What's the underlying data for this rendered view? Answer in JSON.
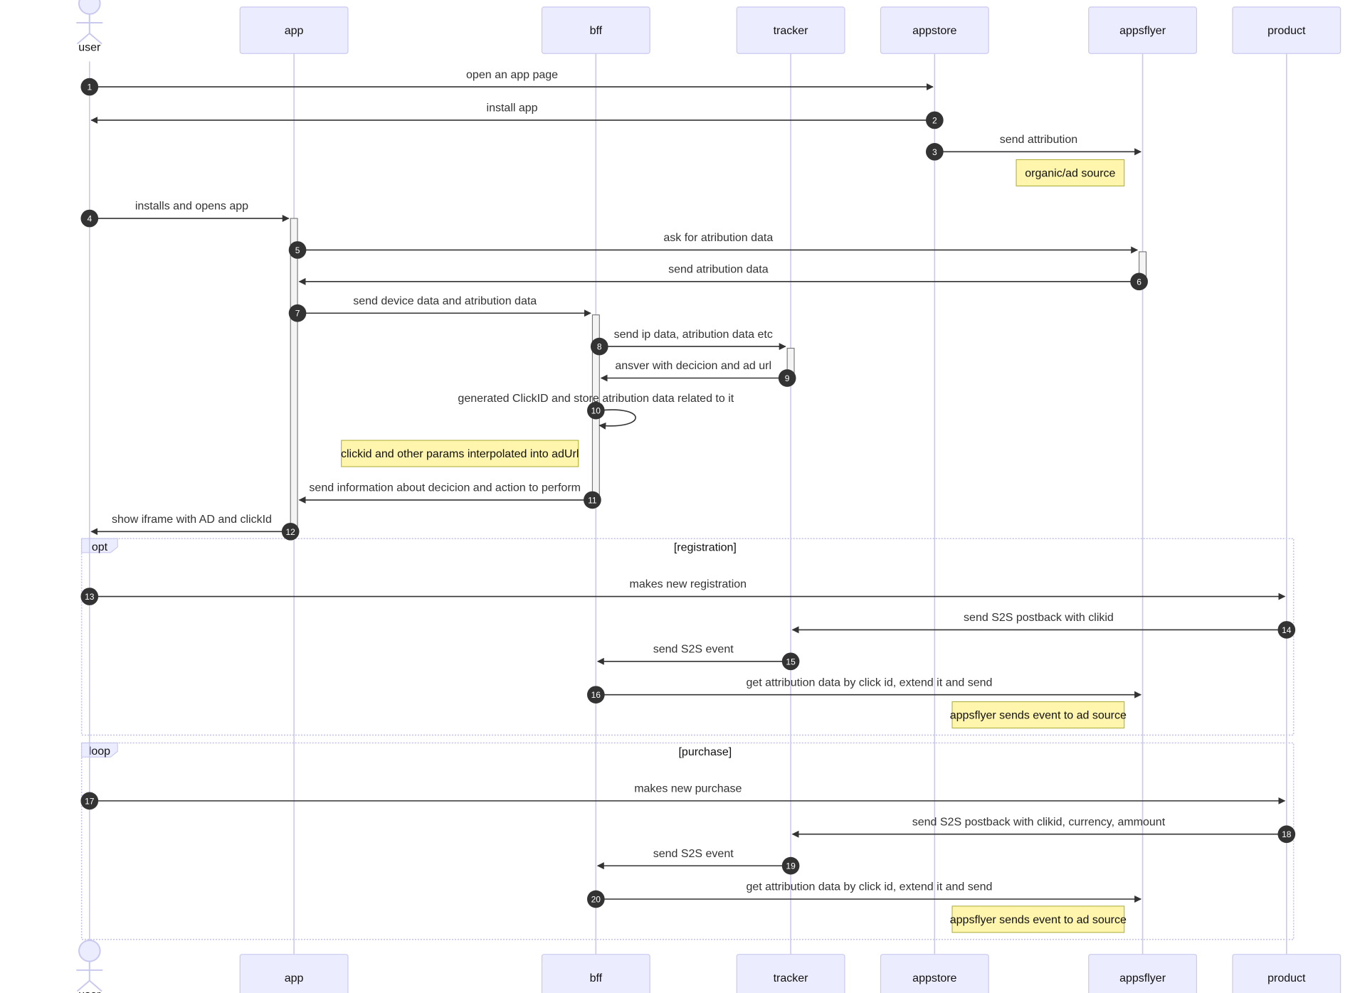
{
  "participants": [
    {
      "id": "user",
      "label": "user",
      "kind": "actor"
    },
    {
      "id": "app",
      "label": "app",
      "kind": "box"
    },
    {
      "id": "bff",
      "label": "bff",
      "kind": "box"
    },
    {
      "id": "tracker",
      "label": "tracker",
      "kind": "box"
    },
    {
      "id": "appstore",
      "label": "appstore",
      "kind": "box"
    },
    {
      "id": "appsflyer",
      "label": "appsflyer",
      "kind": "box"
    },
    {
      "id": "product",
      "label": "product",
      "kind": "box"
    }
  ],
  "messages": [
    {
      "seq": "1",
      "from": "user",
      "to": "appstore",
      "text": "open an app page"
    },
    {
      "seq": "2",
      "from": "appstore",
      "to": "user",
      "text": "install app"
    },
    {
      "seq": "3",
      "from": "appstore",
      "to": "appsflyer",
      "text": "send attribution"
    },
    {
      "seq": "4",
      "from": "user",
      "to": "app",
      "text": "installs and opens app"
    },
    {
      "seq": "5",
      "from": "app",
      "to": "appsflyer",
      "text": "ask for atribution data"
    },
    {
      "seq": "6",
      "from": "appsflyer",
      "to": "app",
      "text": "send atribution data"
    },
    {
      "seq": "7",
      "from": "app",
      "to": "bff",
      "text": "send device data and atribution data"
    },
    {
      "seq": "8",
      "from": "bff",
      "to": "tracker",
      "text": "send ip data, atribution data etc"
    },
    {
      "seq": "9",
      "from": "tracker",
      "to": "bff",
      "text": "ansver with decicion and ad url"
    },
    {
      "seq": "10",
      "from": "bff",
      "to": "bff",
      "text": "generated ClickID and store atribution data related to it"
    },
    {
      "seq": "11",
      "from": "bff",
      "to": "app",
      "text": "send information about decicion and action to perform"
    },
    {
      "seq": "12",
      "from": "app",
      "to": "user",
      "text": "show iframe with AD and clickId"
    },
    {
      "seq": "13",
      "from": "user",
      "to": "product",
      "text": "makes new registration"
    },
    {
      "seq": "14",
      "from": "product",
      "to": "tracker",
      "text": "send S2S postback with clikid"
    },
    {
      "seq": "15",
      "from": "tracker",
      "to": "bff",
      "text": "send S2S event"
    },
    {
      "seq": "16",
      "from": "bff",
      "to": "appsflyer",
      "text": "get attribution data by click id, extend it and send"
    },
    {
      "seq": "17",
      "from": "user",
      "to": "product",
      "text": "makes new purchase"
    },
    {
      "seq": "18",
      "from": "product",
      "to": "tracker",
      "text": "send S2S postback with clikid, currency, ammount"
    },
    {
      "seq": "19",
      "from": "tracker",
      "to": "bff",
      "text": "send S2S event"
    },
    {
      "seq": "20",
      "from": "bff",
      "to": "appsflyer",
      "text": "get attribution data by click id, extend it and send"
    }
  ],
  "notes": [
    {
      "text": "organic/ad source"
    },
    {
      "text": "clickid and other params interpolated into adUrl"
    },
    {
      "text": "appsflyer sends event to ad source"
    },
    {
      "text": "appsflyer sends event to ad source"
    }
  ],
  "frames": [
    {
      "kind": "opt",
      "condition": "[registration]"
    },
    {
      "kind": "loop",
      "condition": "[purchase]"
    }
  ],
  "colors": {
    "actor_fill": "#ececff",
    "actor_stroke": "#c9c9f0",
    "message": "#333333",
    "note_fill": "#fff5ad",
    "note_stroke": "#aaaa33"
  }
}
